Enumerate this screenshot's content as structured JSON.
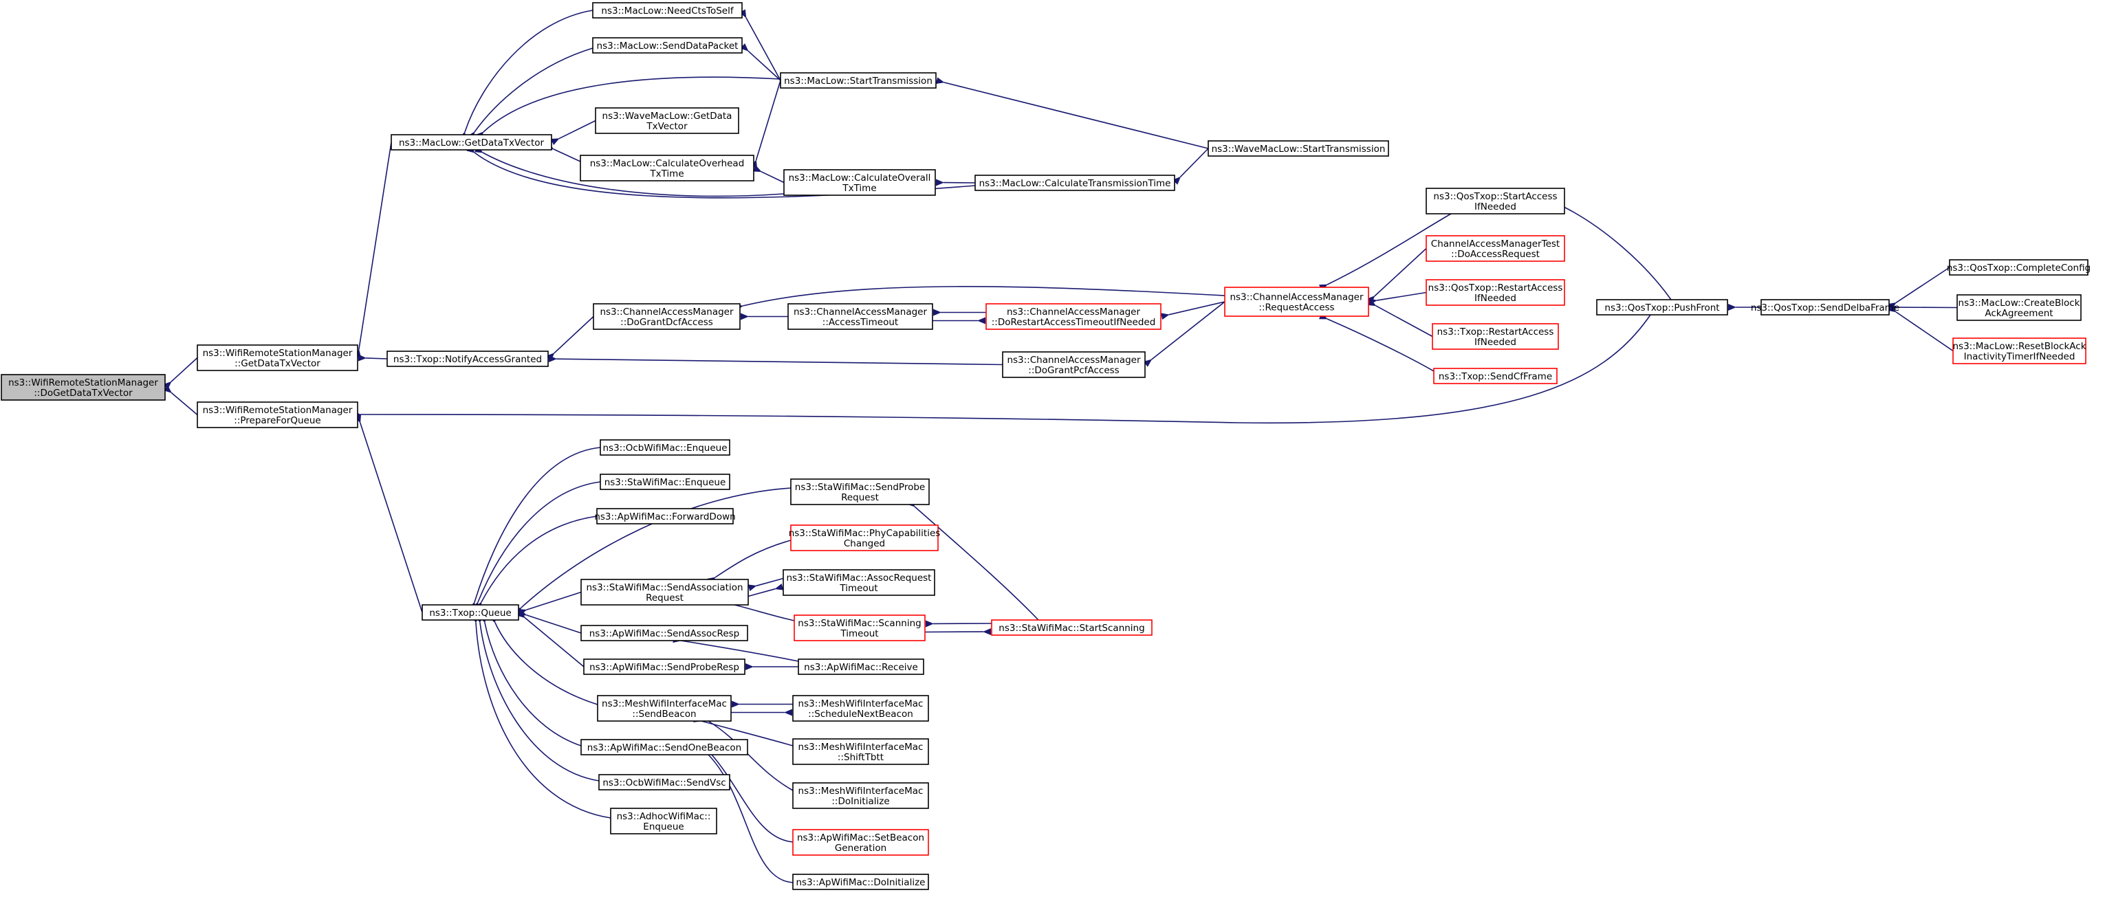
{
  "diagram": {
    "type": "call-graph",
    "colors": {
      "edge": "#191970",
      "box_border": "#000000",
      "truncated_border": "#ff0000",
      "root_fill": "#bfbfbf"
    },
    "nodes": [
      {
        "id": "root",
        "lines": [
          "ns3::WifiRemoteStationManager",
          "::DoGetDataTxVector"
        ],
        "style": "root"
      },
      {
        "id": "getDataTxVector",
        "lines": [
          "ns3::WifiRemoteStationManager",
          "::GetDataTxVector"
        ],
        "style": "normal"
      },
      {
        "id": "prepareForQueue",
        "lines": [
          "ns3::WifiRemoteStationManager",
          "::PrepareForQueue"
        ],
        "style": "normal"
      },
      {
        "id": "macGetDataTx",
        "lines": [
          "ns3::MacLow::GetDataTxVector"
        ],
        "style": "normal"
      },
      {
        "id": "needCts",
        "lines": [
          "ns3::MacLow::NeedCtsToSelf"
        ],
        "style": "normal"
      },
      {
        "id": "sendDataPacket",
        "lines": [
          "ns3::MacLow::SendDataPacket"
        ],
        "style": "normal"
      },
      {
        "id": "startTx",
        "lines": [
          "ns3::MacLow::StartTransmission"
        ],
        "style": "normal"
      },
      {
        "id": "waveGetData",
        "lines": [
          "ns3::WaveMacLow::GetData",
          "TxVector"
        ],
        "style": "normal"
      },
      {
        "id": "calcOverhead",
        "lines": [
          "ns3::MacLow::CalculateOverhead",
          "TxTime"
        ],
        "style": "normal"
      },
      {
        "id": "calcOverall",
        "lines": [
          "ns3::MacLow::CalculateOverall",
          "TxTime"
        ],
        "style": "normal"
      },
      {
        "id": "calcTxTime",
        "lines": [
          "ns3::MacLow::CalculateTransmissionTime"
        ],
        "style": "normal"
      },
      {
        "id": "waveStartTx",
        "lines": [
          "ns3::WaveMacLow::StartTransmission"
        ],
        "style": "normal"
      },
      {
        "id": "notifyAccess",
        "lines": [
          "ns3::Txop::NotifyAccessGranted"
        ],
        "style": "normal"
      },
      {
        "id": "doGrantDcf",
        "lines": [
          "ns3::ChannelAccessManager",
          "::DoGrantDcfAccess"
        ],
        "style": "normal"
      },
      {
        "id": "accessTimeout",
        "lines": [
          "ns3::ChannelAccessManager",
          "::AccessTimeout"
        ],
        "style": "normal"
      },
      {
        "id": "doRestart",
        "lines": [
          "ns3::ChannelAccessManager",
          "::DoRestartAccessTimeoutIfNeeded"
        ],
        "style": "red"
      },
      {
        "id": "doGrantPcf",
        "lines": [
          "ns3::ChannelAccessManager",
          "::DoGrantPcfAccess"
        ],
        "style": "normal"
      },
      {
        "id": "requestAccess",
        "lines": [
          "ns3::ChannelAccessManager",
          "::RequestAccess"
        ],
        "style": "red"
      },
      {
        "id": "qosStartAccess",
        "lines": [
          "ns3::QosTxop::StartAccess",
          "IfNeeded"
        ],
        "style": "normal"
      },
      {
        "id": "camTest",
        "lines": [
          "ChannelAccessManagerTest",
          "::DoAccessRequest"
        ],
        "style": "red"
      },
      {
        "id": "qosRestart",
        "lines": [
          "ns3::QosTxop::RestartAccess",
          "IfNeeded"
        ],
        "style": "red"
      },
      {
        "id": "txopRestart",
        "lines": [
          "ns3::Txop::RestartAccess",
          "IfNeeded"
        ],
        "style": "red"
      },
      {
        "id": "sendCf",
        "lines": [
          "ns3::Txop::SendCfFrame"
        ],
        "style": "red"
      },
      {
        "id": "pushFront",
        "lines": [
          "ns3::QosTxop::PushFront"
        ],
        "style": "normal"
      },
      {
        "id": "sendDelba",
        "lines": [
          "ns3::QosTxop::SendDelbaFrame"
        ],
        "style": "normal"
      },
      {
        "id": "completeConfig",
        "lines": [
          "ns3::QosTxop::CompleteConfig"
        ],
        "style": "normal"
      },
      {
        "id": "createBlock",
        "lines": [
          "ns3::MacLow::CreateBlock",
          "AckAgreement"
        ],
        "style": "normal"
      },
      {
        "id": "resetBlock",
        "lines": [
          "ns3::MacLow::ResetBlockAck",
          "InactivityTimerIfNeeded"
        ],
        "style": "red"
      },
      {
        "id": "txopQueue",
        "lines": [
          "ns3::Txop::Queue"
        ],
        "style": "normal"
      },
      {
        "id": "ocbEnqueue",
        "lines": [
          "ns3::OcbWifiMac::Enqueue"
        ],
        "style": "normal"
      },
      {
        "id": "staEnqueue",
        "lines": [
          "ns3::StaWifiMac::Enqueue"
        ],
        "style": "normal"
      },
      {
        "id": "apForward",
        "lines": [
          "ns3::ApWifiMac::ForwardDown"
        ],
        "style": "normal"
      },
      {
        "id": "sendProbeReq",
        "lines": [
          "ns3::StaWifiMac::SendProbe",
          "Request"
        ],
        "style": "normal"
      },
      {
        "id": "phyCap",
        "lines": [
          "ns3::StaWifiMac::PhyCapabilities",
          "Changed"
        ],
        "style": "red"
      },
      {
        "id": "sendAssocReq",
        "lines": [
          "ns3::StaWifiMac::SendAssociation",
          "Request"
        ],
        "style": "normal"
      },
      {
        "id": "assocTimeout",
        "lines": [
          "ns3::StaWifiMac::AssocRequest",
          "Timeout"
        ],
        "style": "normal"
      },
      {
        "id": "scanTimeout",
        "lines": [
          "ns3::StaWifiMac::Scanning",
          "Timeout"
        ],
        "style": "red"
      },
      {
        "id": "startScanning",
        "lines": [
          "ns3::StaWifiMac::StartScanning"
        ],
        "style": "red"
      },
      {
        "id": "sendAssocResp",
        "lines": [
          "ns3::ApWifiMac::SendAssocResp"
        ],
        "style": "normal"
      },
      {
        "id": "sendProbeResp",
        "lines": [
          "ns3::ApWifiMac::SendProbeResp"
        ],
        "style": "normal"
      },
      {
        "id": "apReceive",
        "lines": [
          "ns3::ApWifiMac::Receive"
        ],
        "style": "normal"
      },
      {
        "id": "meshSendBeacon",
        "lines": [
          "ns3::MeshWifiInterfaceMac",
          "::SendBeacon"
        ],
        "style": "normal"
      },
      {
        "id": "meshSchedule",
        "lines": [
          "ns3::MeshWifiInterfaceMac",
          "::ScheduleNextBeacon"
        ],
        "style": "normal"
      },
      {
        "id": "meshShift",
        "lines": [
          "ns3::MeshWifiInterfaceMac",
          "::ShiftTbtt"
        ],
        "style": "normal"
      },
      {
        "id": "meshInit",
        "lines": [
          "ns3::MeshWifiInterfaceMac",
          "::DoInitialize"
        ],
        "style": "normal"
      },
      {
        "id": "apSendOneBeacon",
        "lines": [
          "ns3::ApWifiMac::SendOneBeacon"
        ],
        "style": "normal"
      },
      {
        "id": "apSetBeacon",
        "lines": [
          "ns3::ApWifiMac::SetBeacon",
          "Generation"
        ],
        "style": "red"
      },
      {
        "id": "apInit",
        "lines": [
          "ns3::ApWifiMac::DoInitialize"
        ],
        "style": "normal"
      },
      {
        "id": "ocbSendVsc",
        "lines": [
          "ns3::OcbWifiMac::SendVsc"
        ],
        "style": "normal"
      },
      {
        "id": "adhocEnqueue",
        "lines": [
          "ns3::AdhocWifiMac::",
          "Enqueue"
        ],
        "style": "normal"
      }
    ],
    "edges": [
      [
        "getDataTxVector",
        "root"
      ],
      [
        "prepareForQueue",
        "root"
      ],
      [
        "macGetDataTx",
        "getDataTxVector"
      ],
      [
        "notifyAccess",
        "getDataTxVector"
      ],
      [
        "needCts",
        "macGetDataTx"
      ],
      [
        "sendDataPacket",
        "macGetDataTx"
      ],
      [
        "startTx",
        "macGetDataTx"
      ],
      [
        "waveGetData",
        "macGetDataTx"
      ],
      [
        "calcOverhead",
        "macGetDataTx"
      ],
      [
        "calcOverall",
        "macGetDataTx"
      ],
      [
        "calcTxTime",
        "macGetDataTx"
      ],
      [
        "startTx",
        "needCts"
      ],
      [
        "startTx",
        "sendDataPacket"
      ],
      [
        "startTx",
        "calcOverhead"
      ],
      [
        "waveStartTx",
        "startTx"
      ],
      [
        "calcOverall",
        "calcOverhead"
      ],
      [
        "calcTxTime",
        "calcOverall"
      ],
      [
        "waveStartTx",
        "calcTxTime"
      ],
      [
        "doGrantDcf",
        "notifyAccess"
      ],
      [
        "doGrantPcf",
        "notifyAccess"
      ],
      [
        "accessTimeout",
        "doGrantDcf"
      ],
      [
        "requestAccess",
        "doGrantDcf"
      ],
      [
        "doRestart",
        "accessTimeout"
      ],
      [
        "accessTimeout",
        "doRestart"
      ],
      [
        "requestAccess",
        "doRestart"
      ],
      [
        "requestAccess",
        "doGrantPcf"
      ],
      [
        "qosStartAccess",
        "requestAccess"
      ],
      [
        "camTest",
        "requestAccess"
      ],
      [
        "qosRestart",
        "requestAccess"
      ],
      [
        "txopRestart",
        "requestAccess"
      ],
      [
        "sendCf",
        "requestAccess"
      ],
      [
        "pushFront",
        "qosStartAccess"
      ],
      [
        "pushFront",
        "prepareForQueue"
      ],
      [
        "sendDelba",
        "pushFront"
      ],
      [
        "completeConfig",
        "sendDelba"
      ],
      [
        "createBlock",
        "sendDelba"
      ],
      [
        "resetBlock",
        "sendDelba"
      ],
      [
        "txopQueue",
        "prepareForQueue"
      ],
      [
        "ocbEnqueue",
        "txopQueue"
      ],
      [
        "staEnqueue",
        "txopQueue"
      ],
      [
        "apForward",
        "txopQueue"
      ],
      [
        "sendProbeReq",
        "txopQueue"
      ],
      [
        "sendAssocReq",
        "txopQueue"
      ],
      [
        "sendAssocResp",
        "txopQueue"
      ],
      [
        "sendProbeResp",
        "txopQueue"
      ],
      [
        "meshSendBeacon",
        "txopQueue"
      ],
      [
        "apSendOneBeacon",
        "txopQueue"
      ],
      [
        "ocbSendVsc",
        "txopQueue"
      ],
      [
        "adhocEnqueue",
        "txopQueue"
      ],
      [
        "startScanning",
        "sendProbeReq"
      ],
      [
        "phyCap",
        "sendAssocReq"
      ],
      [
        "assocTimeout",
        "sendAssocReq"
      ],
      [
        "sendAssocReq",
        "assocTimeout"
      ],
      [
        "scanTimeout",
        "sendAssocReq"
      ],
      [
        "startScanning",
        "scanTimeout"
      ],
      [
        "scanTimeout",
        "startScanning"
      ],
      [
        "apReceive",
        "sendAssocResp"
      ],
      [
        "apReceive",
        "sendProbeResp"
      ],
      [
        "meshSchedule",
        "meshSendBeacon"
      ],
      [
        "meshSendBeacon",
        "meshSchedule"
      ],
      [
        "meshShift",
        "meshSendBeacon"
      ],
      [
        "meshInit",
        "meshSendBeacon"
      ],
      [
        "apSetBeacon",
        "apSendOneBeacon"
      ],
      [
        "apInit",
        "apSendOneBeacon"
      ]
    ]
  }
}
